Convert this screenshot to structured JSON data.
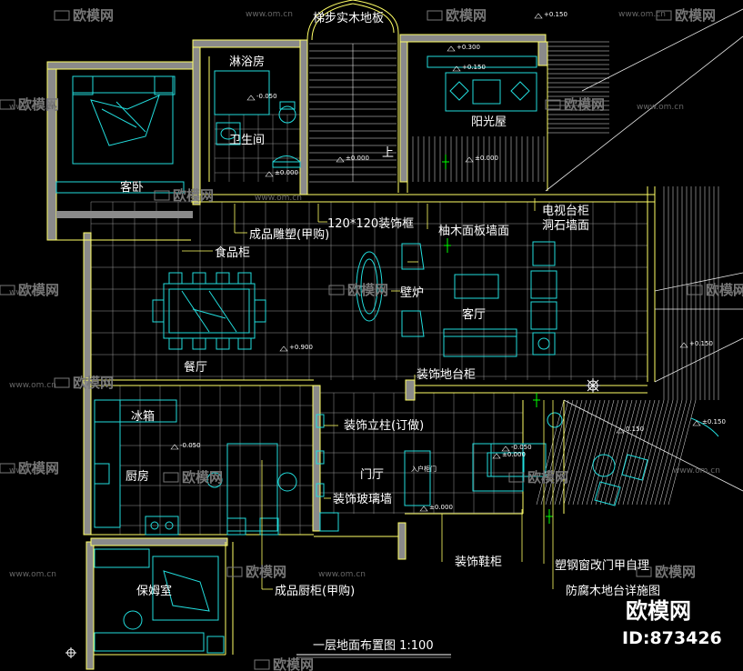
{
  "colors": {
    "background": "#000000",
    "wall": "#ffff66",
    "wall_fill": "#8a8a8a",
    "furniture": "#22dddd",
    "floor_grid": "#9a9a9a",
    "deck_lines": "#e8e8e8",
    "leader": "#ffff66",
    "text": "#ffffff",
    "green_mark": "#00ff00"
  },
  "title": "一层地面布置图 1:100",
  "rooms": {
    "guest_bedroom": "客卧",
    "shower": "淋浴房",
    "bathroom": "卫生间",
    "sunroom": "阳光屋",
    "living_room": "客厅",
    "dining_room": "餐厅",
    "kitchen": "厨房",
    "fridge": "冰箱",
    "entrance_hall": "门厅",
    "nanny_room": "保姆室",
    "fireplace": "壁炉",
    "entry_cabinet": "入户柜门"
  },
  "annotations": {
    "stair": "梯步实木地板",
    "sculpture": "成品雕塑(甲购)",
    "decorative_frame": "120*120装饰框",
    "wood_veneer_wall": "柚木面板墙面",
    "tv_cabinet": "电视台柜",
    "stone_wall": "洞石墙面",
    "pantry": "食品柜",
    "floor_cabinet": "装饰地台柜",
    "decor_column": "装饰立柱(订做)",
    "glass_wall": "装饰玻璃墙",
    "shoe_cabinet": "装饰鞋柜",
    "window_to_door": "塑钢窗改门甲自理",
    "deck_detail": "防腐木地台详施图",
    "kitchen_cabinet": "成品厨柜(甲购)"
  },
  "levels": [
    "+0.150",
    "+0.300",
    "+0.150",
    "-0.050",
    "±0.000",
    "±0.000",
    "+0.900",
    "±0.000",
    "-0.050",
    "±0.000",
    "+0.150",
    "±0.000",
    "-0.050",
    "±0.150",
    "0.150"
  ],
  "level_up_mark": "上",
  "watermark": {
    "brand": "欧模网",
    "url": "www.om.cn"
  },
  "footer_brand": "欧模网",
  "footer_id": "ID:873426"
}
